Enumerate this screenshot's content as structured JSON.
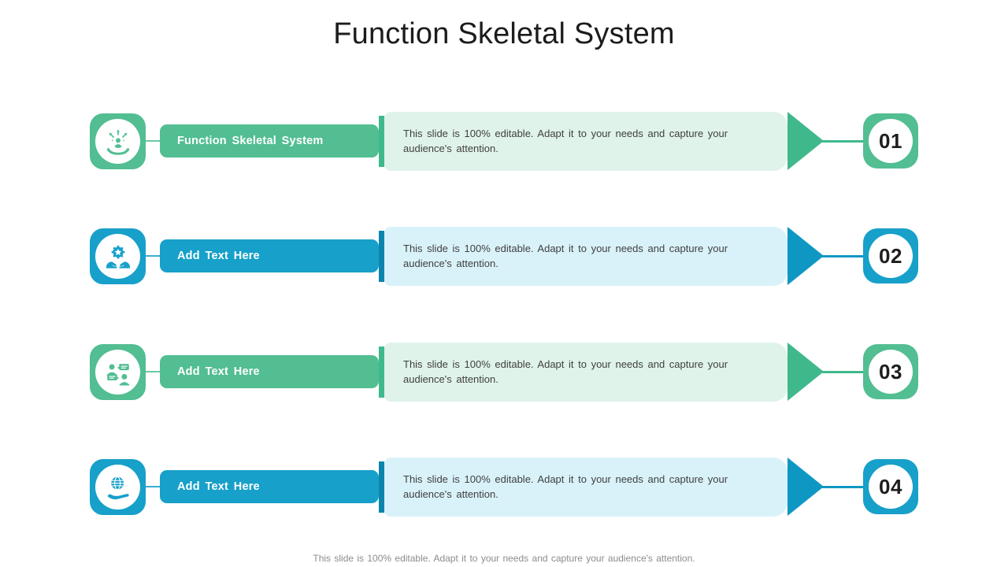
{
  "title": "Function Skeletal System",
  "footer": "This slide is 100% editable. Adapt it to your needs and capture your audience's attention.",
  "colors": {
    "green_main": "#52BE92",
    "green_dark": "#3FB98C",
    "green_light": "#DFF3EA",
    "teal_main": "#17A0C9",
    "teal_dark": "#0F97C3",
    "teal_accent": "#0D84AC",
    "teal_light": "#D9F2FA",
    "number_text": "#1E1E1E",
    "body_text": "#3F3F3F",
    "title_text": "#1C1C1C"
  },
  "rows": [
    {
      "number": "01",
      "label": "Function Skeletal System",
      "description": "This slide is 100% editable. Adapt it to your needs and capture your audience's attention.",
      "theme": "green",
      "icon": "hand-person-arrows"
    },
    {
      "number": "02",
      "label": "Add Text Here",
      "description": "This slide is 100% editable. Adapt it to your needs and capture your audience's attention.",
      "theme": "teal",
      "icon": "hands-gear-star"
    },
    {
      "number": "03",
      "label": "Add Text Here",
      "description": "This slide is 100% editable. Adapt it to your needs and capture your audience's attention.",
      "theme": "green",
      "icon": "people-chat"
    },
    {
      "number": "04",
      "label": "Add Text Here",
      "description": "This slide is 100% editable. Adapt it to your needs and capture your audience's attention.",
      "theme": "teal",
      "icon": "hand-globe"
    }
  ]
}
